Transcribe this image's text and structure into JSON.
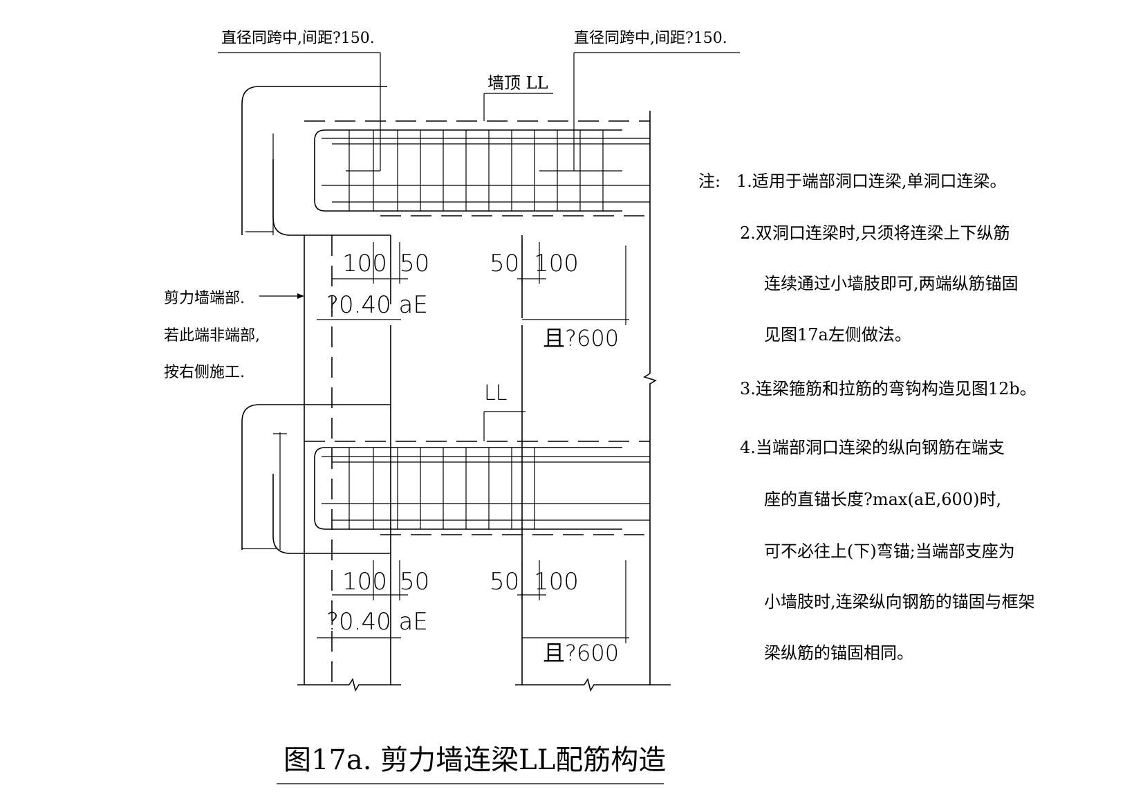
{
  "leader_labels": {
    "top_left": "直径同跨中,间距?150.",
    "top_right": "直径同跨中,间距?150."
  },
  "beam_labels": {
    "upper": "墙顶  LL",
    "lower": "LL"
  },
  "dimensions": {
    "upper": {
      "d100_left": "100",
      "d50_left": "50",
      "d50_right": "50",
      "d100_right": "100",
      "anchor_left": "?0.40 aE",
      "anchor_right": "且?600"
    },
    "lower": {
      "d100_left": "100",
      "d50_left": "50",
      "d50_right": "50",
      "d100_right": "100",
      "anchor_left": "?0.40 aE",
      "anchor_right": "且?600"
    }
  },
  "side_note": [
    "剪力墙端部.",
    "若此端非端部,",
    "按右侧施工."
  ],
  "notes": {
    "prefix": "注:",
    "lines": [
      "1.适用于端部洞口连梁,单洞口连梁。",
      "2.双洞口连梁时,只须将连梁上下纵筋",
      "连续通过小墙肢即可,两端纵筋锚固",
      "见图17a左侧做法。",
      "3.连梁箍筋和拉筋的弯钩构造见图12b。",
      "4.当端部洞口连梁的纵向钢筋在端支",
      "座的直锚长度?max(aE,600)时,",
      "可不必往上(下)弯锚;当端部支座为",
      "小墙肢时,连梁纵向钢筋的锚固与框架",
      "梁纵筋的锚固相同。"
    ]
  },
  "caption": "图17a. 剪力墙连梁LL配筋构造"
}
